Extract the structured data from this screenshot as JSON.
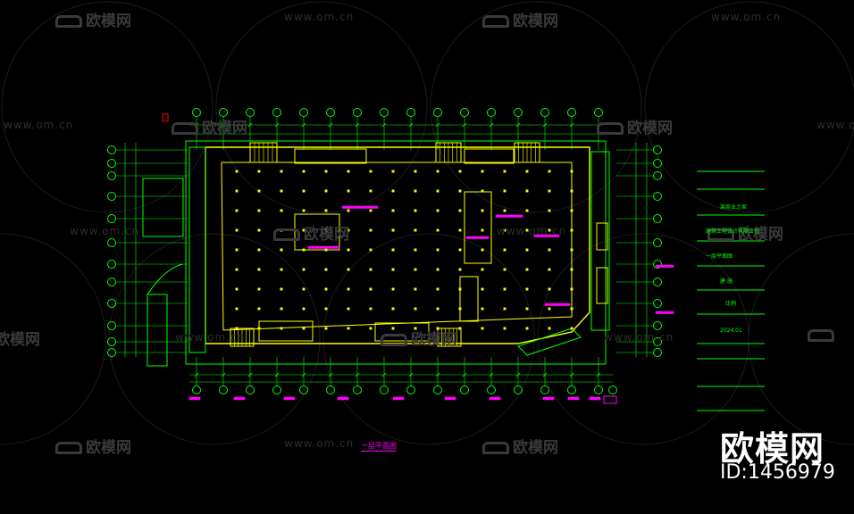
{
  "watermark": {
    "site_text": "www.om.cn",
    "logo_text": "欧模网"
  },
  "branding": {
    "name": "欧模网",
    "id_label": "ID:1456979"
  },
  "drawing": {
    "title": "一层平面图",
    "title_block": [
      "某商业之家",
      "建筑工程设计有限公司",
      "一层平面图",
      "建 施",
      "比例",
      "2024.01"
    ]
  },
  "colors": {
    "background": "#000000",
    "walls": "#ffff00",
    "grid": "#00ff00",
    "dims": "#00ff00",
    "annotation": "#ff00ff",
    "watermark": "#3a3a3a"
  }
}
